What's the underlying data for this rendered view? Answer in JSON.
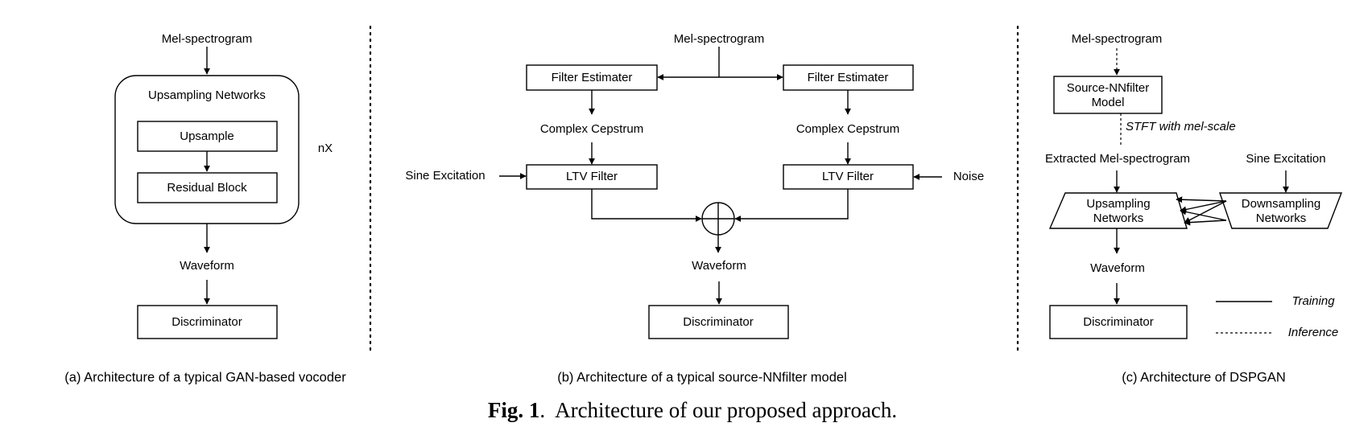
{
  "panel_a": {
    "input": "Mel-spectrogram",
    "group": "Upsampling Networks",
    "upsample": "Upsample",
    "residual": "Residual Block",
    "repeat": "nX",
    "waveform": "Waveform",
    "discriminator": "Discriminator",
    "caption": "(a) Architecture of a typical GAN-based vocoder"
  },
  "panel_b": {
    "input": "Mel-spectrogram",
    "filter_estimater_left": "Filter Estimater",
    "filter_estimater_right": "Filter Estimater",
    "cepstrum_left": "Complex Cepstrum",
    "cepstrum_right": "Complex Cepstrum",
    "ltv_left": "LTV Filter",
    "ltv_right": "LTV Filter",
    "sine": "Sine Excitation",
    "noise": "Noise",
    "waveform": "Waveform",
    "discriminator": "Discriminator",
    "caption": "(b) Architecture of a typical source-NNfilter model"
  },
  "panel_c": {
    "input": "Mel-spectrogram",
    "model_line1": "Source-NNfilter",
    "model_line2": "Model",
    "stft": "STFT with mel-scale",
    "extracted": "Extracted Mel-spectrogram",
    "sine": "Sine Excitation",
    "upsampling_line1": "Upsampling",
    "upsampling_line2": "Networks",
    "downsampling_line1": "Downsampling",
    "downsampling_line2": "Networks",
    "waveform": "Waveform",
    "discriminator": "Discriminator",
    "legend_training": "Training",
    "legend_inference": "Inference",
    "caption": "(c) Architecture of DSPGAN"
  },
  "figure_caption": {
    "label": "Fig. 1",
    "text": ".  Architecture of our proposed approach."
  }
}
